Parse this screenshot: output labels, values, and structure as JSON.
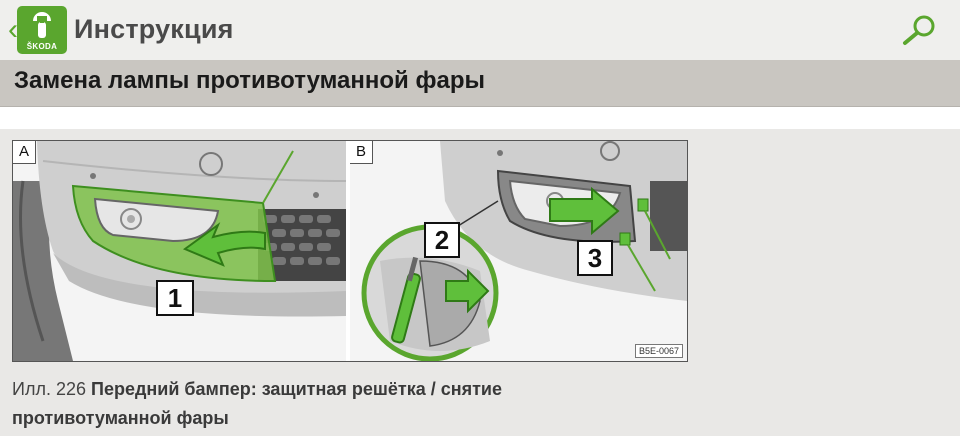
{
  "topbar": {
    "back_icon": "chevron-left-icon",
    "logo_text": "ŠKODA",
    "title": "Инструкция",
    "search_icon": "search-icon",
    "accent_color": "#5aa62e"
  },
  "section": {
    "title": "Замена лампы противотуманной фары"
  },
  "figure": {
    "panel_a_letter": "A",
    "panel_b_letter": "B",
    "callout_1": "1",
    "callout_2": "2",
    "callout_3": "3",
    "code": "B5E-0067"
  },
  "caption": {
    "prefix": "Илл. 226",
    "text": "Передний бампер: защитная решётка / снятие противотуманной фары"
  }
}
